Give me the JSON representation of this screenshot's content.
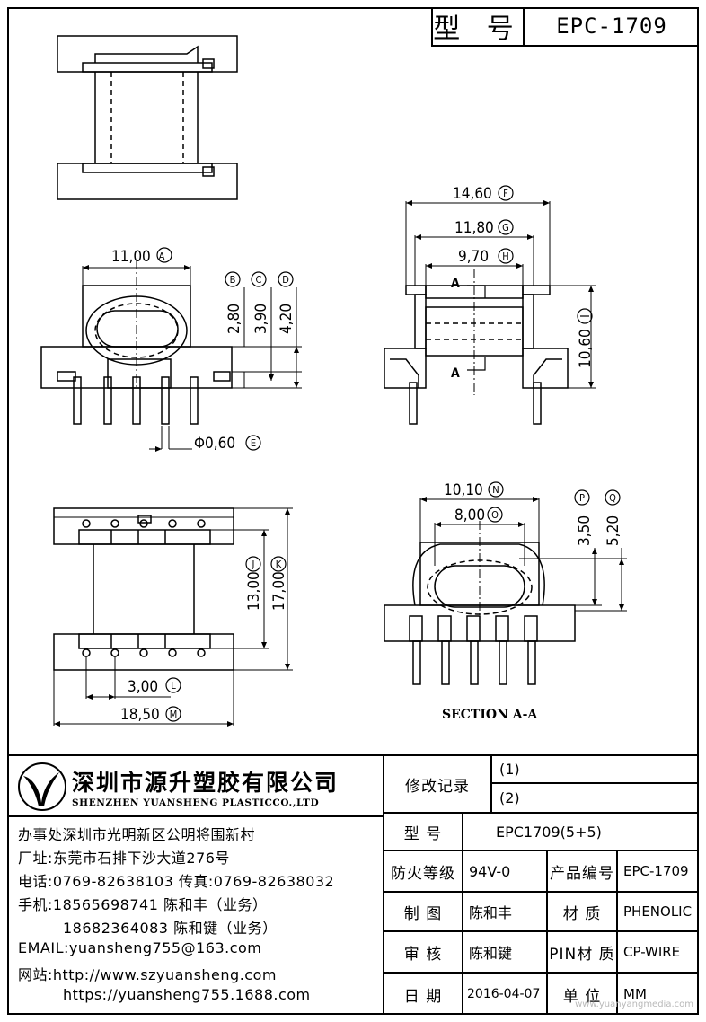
{
  "title_block": {
    "model_label": "型 号",
    "model_value": "EPC-1709"
  },
  "dimensions": {
    "A": "11,00",
    "B": "2,80",
    "C": "3,90",
    "D": "4,20",
    "E": "Φ0,60",
    "F": "14,60",
    "G": "11,80",
    "H": "9,70",
    "I": "10,60",
    "J": "13,00",
    "K": "17,00",
    "L": "3,00",
    "M": "18,50",
    "N": "10,10",
    "O": "8,00",
    "P": "3,50",
    "Q": "5,20"
  },
  "dim_letters": {
    "A": "A",
    "B": "B",
    "C": "C",
    "D": "D",
    "E": "E",
    "F": "F",
    "G": "G",
    "H": "H",
    "J": "J",
    "K": "K",
    "L": "L",
    "M": "M",
    "N": "N",
    "O": "O",
    "P": "P",
    "Q": "Q"
  },
  "section": {
    "mark_top": "A",
    "mark_bottom": "A",
    "caption": "SECTION A-A"
  },
  "company": {
    "name_cn": "深圳市源升塑胶有限公司",
    "name_en": "SHENZHEN YUANSHENG PLASTICCO.,LTD",
    "office": "办事处深圳市光明新区公明将围新村",
    "factory": "厂址:东莞市石排下沙大道276号",
    "phone": "电话:0769-82638103 传真:0769-82638032",
    "mobile1": "手机:18565698741 陈和丰（业务）",
    "mobile2": "18682364083 陈和键（业务）",
    "email": "EMAIL:yuansheng755@163.com",
    "website1": "网站:http://www.szyuansheng.com",
    "website2": "https://yuansheng755.1688.com"
  },
  "spec_table": {
    "revision_label": "修改记录",
    "rev1": "(1)",
    "rev2": "(2)",
    "model_label": "型 号",
    "model_value": "EPC1709(5+5)",
    "fire_label": "防火等级",
    "fire_value": "94V-0",
    "product_no_label": "产品编号",
    "product_no_value": "EPC-1709",
    "drawn_label": "制 图",
    "drawn_value": "陈和丰",
    "material_label": "材 质",
    "material_value": "PHENOLIC",
    "checked_label": "审 核",
    "checked_value": "陈和键",
    "pin_material_label": "PIN材 质",
    "pin_material_value": "CP-WIRE",
    "date_label": "日 期",
    "date_value": "2016-04-07",
    "unit_label": "单 位",
    "unit_value": "MM"
  },
  "watermark": "www.yuanyangmedia.com"
}
